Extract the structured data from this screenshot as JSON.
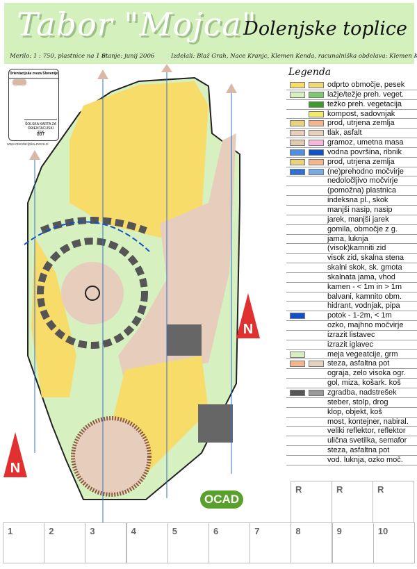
{
  "header": {
    "title": "Tabor \"Mojca\"",
    "subtitle": "Dolenjske toplice",
    "scale": "Merilo: 1 : 750, plastnice na 1 m",
    "date": "Stanje: junij 2006",
    "authors": "Izdelali: Blaž Grah, Nace Kranjc, Klemen Kenda, racunalniška obdelava: Klemen Kenda"
  },
  "badge": {
    "org": "Orientacijska zveza Slovenije",
    "series": "ŠOLSKA KARTA ZA ORIENTACIJSKI TEK",
    "number": "007",
    "url": "www.orientacijska-zveza.si"
  },
  "logo": "OCAD",
  "legend": {
    "title": "Legenda",
    "items": [
      {
        "label": "odprto območje, pesek",
        "c1": "#f7dc6a",
        "c2": "#efd97a"
      },
      {
        "label": "lažje/težje preh. veget.",
        "c1": "#d6f0c0",
        "c2": "#7fc870"
      },
      {
        "label": "težko preh. vegetacija",
        "c1": null,
        "c2": "#3e9a2c"
      },
      {
        "label": "kompost, sadovnjak",
        "c1": null,
        "c2": "#f3ea6a"
      },
      {
        "label": "prod, utrjena zemlja",
        "c1": "#e9d27a",
        "c2": "#f4b48c"
      },
      {
        "label": "tlak, asfalt",
        "c1": "#e6cdbc",
        "c2": "#e6d2bc"
      },
      {
        "label": "gramoz, umetna masa",
        "c1": "#e0cbb0",
        "c2": "#f6b8dc"
      },
      {
        "label": "vodna površina, ribnik",
        "c1": "#4d8fe0",
        "c2": "#1050c8"
      },
      {
        "label": "prod, utrjena zemlja",
        "c1": "#e9d27a",
        "c2": "#f4b48c"
      },
      {
        "label": "(ne)prehodno močvirje",
        "c1": "#3070d0",
        "c2": "#7aaae0"
      },
      {
        "label": "nedoločljivo močvirje",
        "c1": null,
        "c2": null
      },
      {
        "label": "(pomožna) plastnica",
        "c1": null,
        "c2": null
      },
      {
        "label": "indeksna pl., skok",
        "c1": null,
        "c2": null
      },
      {
        "label": "manjši nasip, nasip",
        "c1": null,
        "c2": null
      },
      {
        "label": "jarek, manjši jarek",
        "c1": null,
        "c2": null
      },
      {
        "label": "gomila, območje z g.",
        "c1": null,
        "c2": null
      },
      {
        "label": "jama, luknja",
        "c1": null,
        "c2": null
      },
      {
        "label": "(visok)kamniti zid",
        "c1": null,
        "c2": null
      },
      {
        "label": "visok zid, skalna stena",
        "c1": null,
        "c2": null
      },
      {
        "label": "skalni skok, sk. gmota",
        "c1": null,
        "c2": null
      },
      {
        "label": "skalnata jama, vhod",
        "c1": null,
        "c2": null
      },
      {
        "label": "kamen - < 1m in > 1m",
        "c1": null,
        "c2": null
      },
      {
        "label": "balvani, kamnito obm.",
        "c1": null,
        "c2": null
      },
      {
        "label": "hidrant, vodnjak, pipa",
        "c1": null,
        "c2": null
      },
      {
        "label": "potok - 1-2m, < 1m",
        "c1": "#1050c8",
        "c2": null
      },
      {
        "label": "ozko, majhno močvirje",
        "c1": null,
        "c2": null
      },
      {
        "label": "izrazit listavec",
        "c1": null,
        "c2": null
      },
      {
        "label": "izrazit iglavec",
        "c1": null,
        "c2": null
      },
      {
        "label": "meja vegeatcije, grm",
        "c1": "#d6f0c0",
        "c2": null
      },
      {
        "label": "steza, asfaltna pot",
        "c1": "#f4b48c",
        "c2": "#e6d2bc"
      },
      {
        "label": "ograja, zelo visoka ogr.",
        "c1": null,
        "c2": null
      },
      {
        "label": "gol, miza, košark. koš",
        "c1": null,
        "c2": null
      },
      {
        "label": "zgradba, nadstrešek",
        "c1": "#555555",
        "c2": "#999999"
      },
      {
        "label": "steber, stolp, drog",
        "c1": null,
        "c2": null
      },
      {
        "label": "klop, objekt, koš",
        "c1": null,
        "c2": null
      },
      {
        "label": "most, kontejner, nabiral.",
        "c1": null,
        "c2": null
      },
      {
        "label": "veliki reflektor, reflektor",
        "c1": null,
        "c2": null
      },
      {
        "label": "ulična svetilka, semafor",
        "c1": null,
        "c2": null
      },
      {
        "label": "steza, asfaltna pot",
        "c1": null,
        "c2": null
      },
      {
        "label": "vod. luknja, ozko moč.",
        "c1": null,
        "c2": null
      }
    ]
  },
  "grid": {
    "reserve": [
      "R",
      "R",
      "R"
    ],
    "numbers": [
      "1",
      "2",
      "3",
      "4",
      "5",
      "6",
      "7",
      "8",
      "9",
      "10"
    ]
  }
}
